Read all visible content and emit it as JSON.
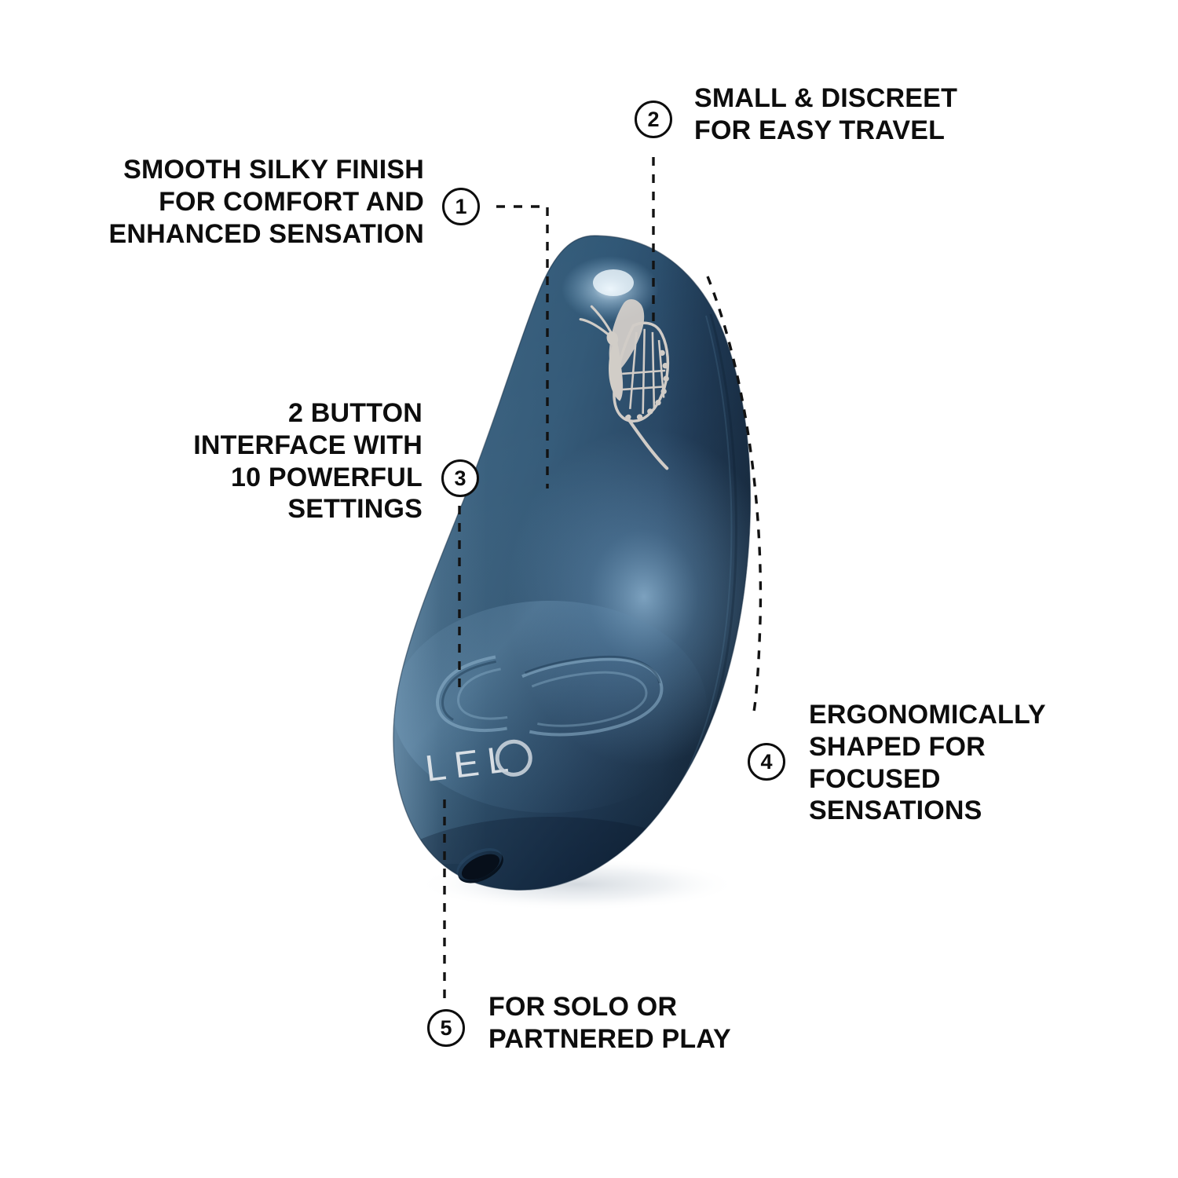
{
  "background_color": "#ffffff",
  "product": {
    "brand_wordmark": "LELO",
    "body_color_dark": "#10243d",
    "body_color_mid": "#2f5675",
    "body_color_light": "#6f9cbd",
    "highlight_color": "#cfe3f2",
    "emblem_color": "#d8d2cb",
    "emblem_name": "butterfly-emblem",
    "port_color": "#0b1b2c",
    "shadow_color": "#e3e6ea"
  },
  "callouts": [
    {
      "number": "1",
      "text": "SMOOTH SILKY FINISH\nFOR COMFORT AND\nENHANCED SENSATION",
      "align": "right",
      "name": "callout-smooth-silky-finish"
    },
    {
      "number": "2",
      "text": "SMALL & DISCREET\nFOR EASY TRAVEL",
      "align": "left",
      "name": "callout-small-and-discreet"
    },
    {
      "number": "3",
      "text": "2 BUTTON\nINTERFACE WITH\n10 POWERFUL\nSETTINGS",
      "align": "right",
      "name": "callout-two-button-interface"
    },
    {
      "number": "4",
      "text": "ERGONOMICALLY\nSHAPED FOR\nFOCUSED\nSENSATIONS",
      "align": "left",
      "name": "callout-ergonomically-shaped"
    },
    {
      "number": "5",
      "text": "FOR SOLO OR\nPARTNERED PLAY",
      "align": "left",
      "name": "callout-solo-or-partnered-play"
    }
  ]
}
